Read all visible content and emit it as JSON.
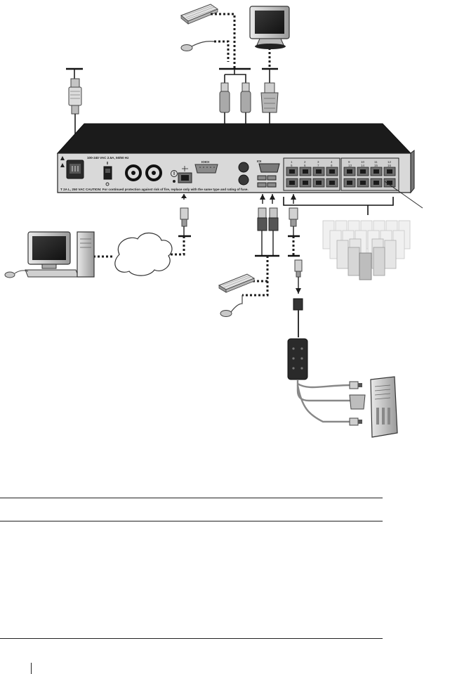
{
  "figure": {
    "rear_panel": {
      "power_rating": "100-240 VAC 2.5A, 50/60 Hz",
      "fuse_caution": "T 2A L, 250 VAC   CAUTION: For continued protection against risk of fire, replace only with the same type and rating of fuse.",
      "port_numbers_top": [
        "1",
        "2",
        "3",
        "4",
        "9",
        "10",
        "11",
        "12"
      ],
      "port_numbers_bottom": [
        "5",
        "6",
        "7",
        "8",
        "13",
        "14",
        "15",
        "16"
      ],
      "serial_port_label": "IOIOI"
    },
    "colors": {
      "ink": "#1e1e1e",
      "chassis_top": "#1b1b1b",
      "panel": "#d9d9d9",
      "rj45": "#6f6f6f",
      "cable": "#8a8a8a"
    },
    "icons": [
      "keyboard-icon",
      "mouse-icon",
      "monitor-icon",
      "power-plug-icon",
      "ps2-connector-icon",
      "vga-connector-icon",
      "usb-connector-icon",
      "rj45-connector-icon",
      "network-cloud-icon",
      "desktop-pc-icon",
      "tower-server-icon",
      "server-rack-icon",
      "kvm-dongle-icon"
    ]
  },
  "table_area": {
    "header_cells": [],
    "rows": []
  }
}
